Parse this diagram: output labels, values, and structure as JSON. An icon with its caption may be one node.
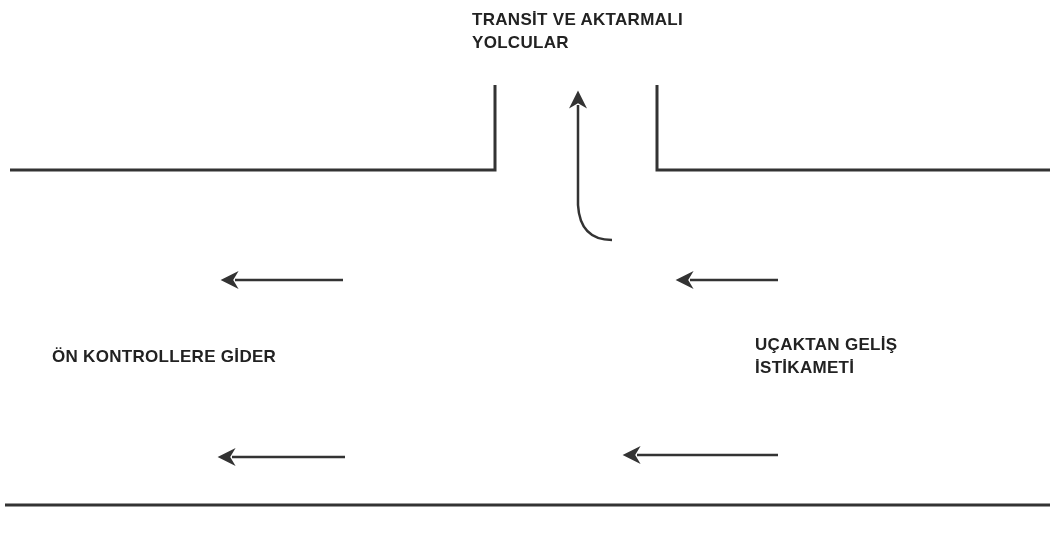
{
  "diagram": {
    "labels": [
      "TRANSİT VE AKTARMALI YOLCULAR",
      "ÖN KONTROLLERE GİDER",
      "UÇAKTAN GELİŞ İSTİKAMETİ"
    ]
  }
}
